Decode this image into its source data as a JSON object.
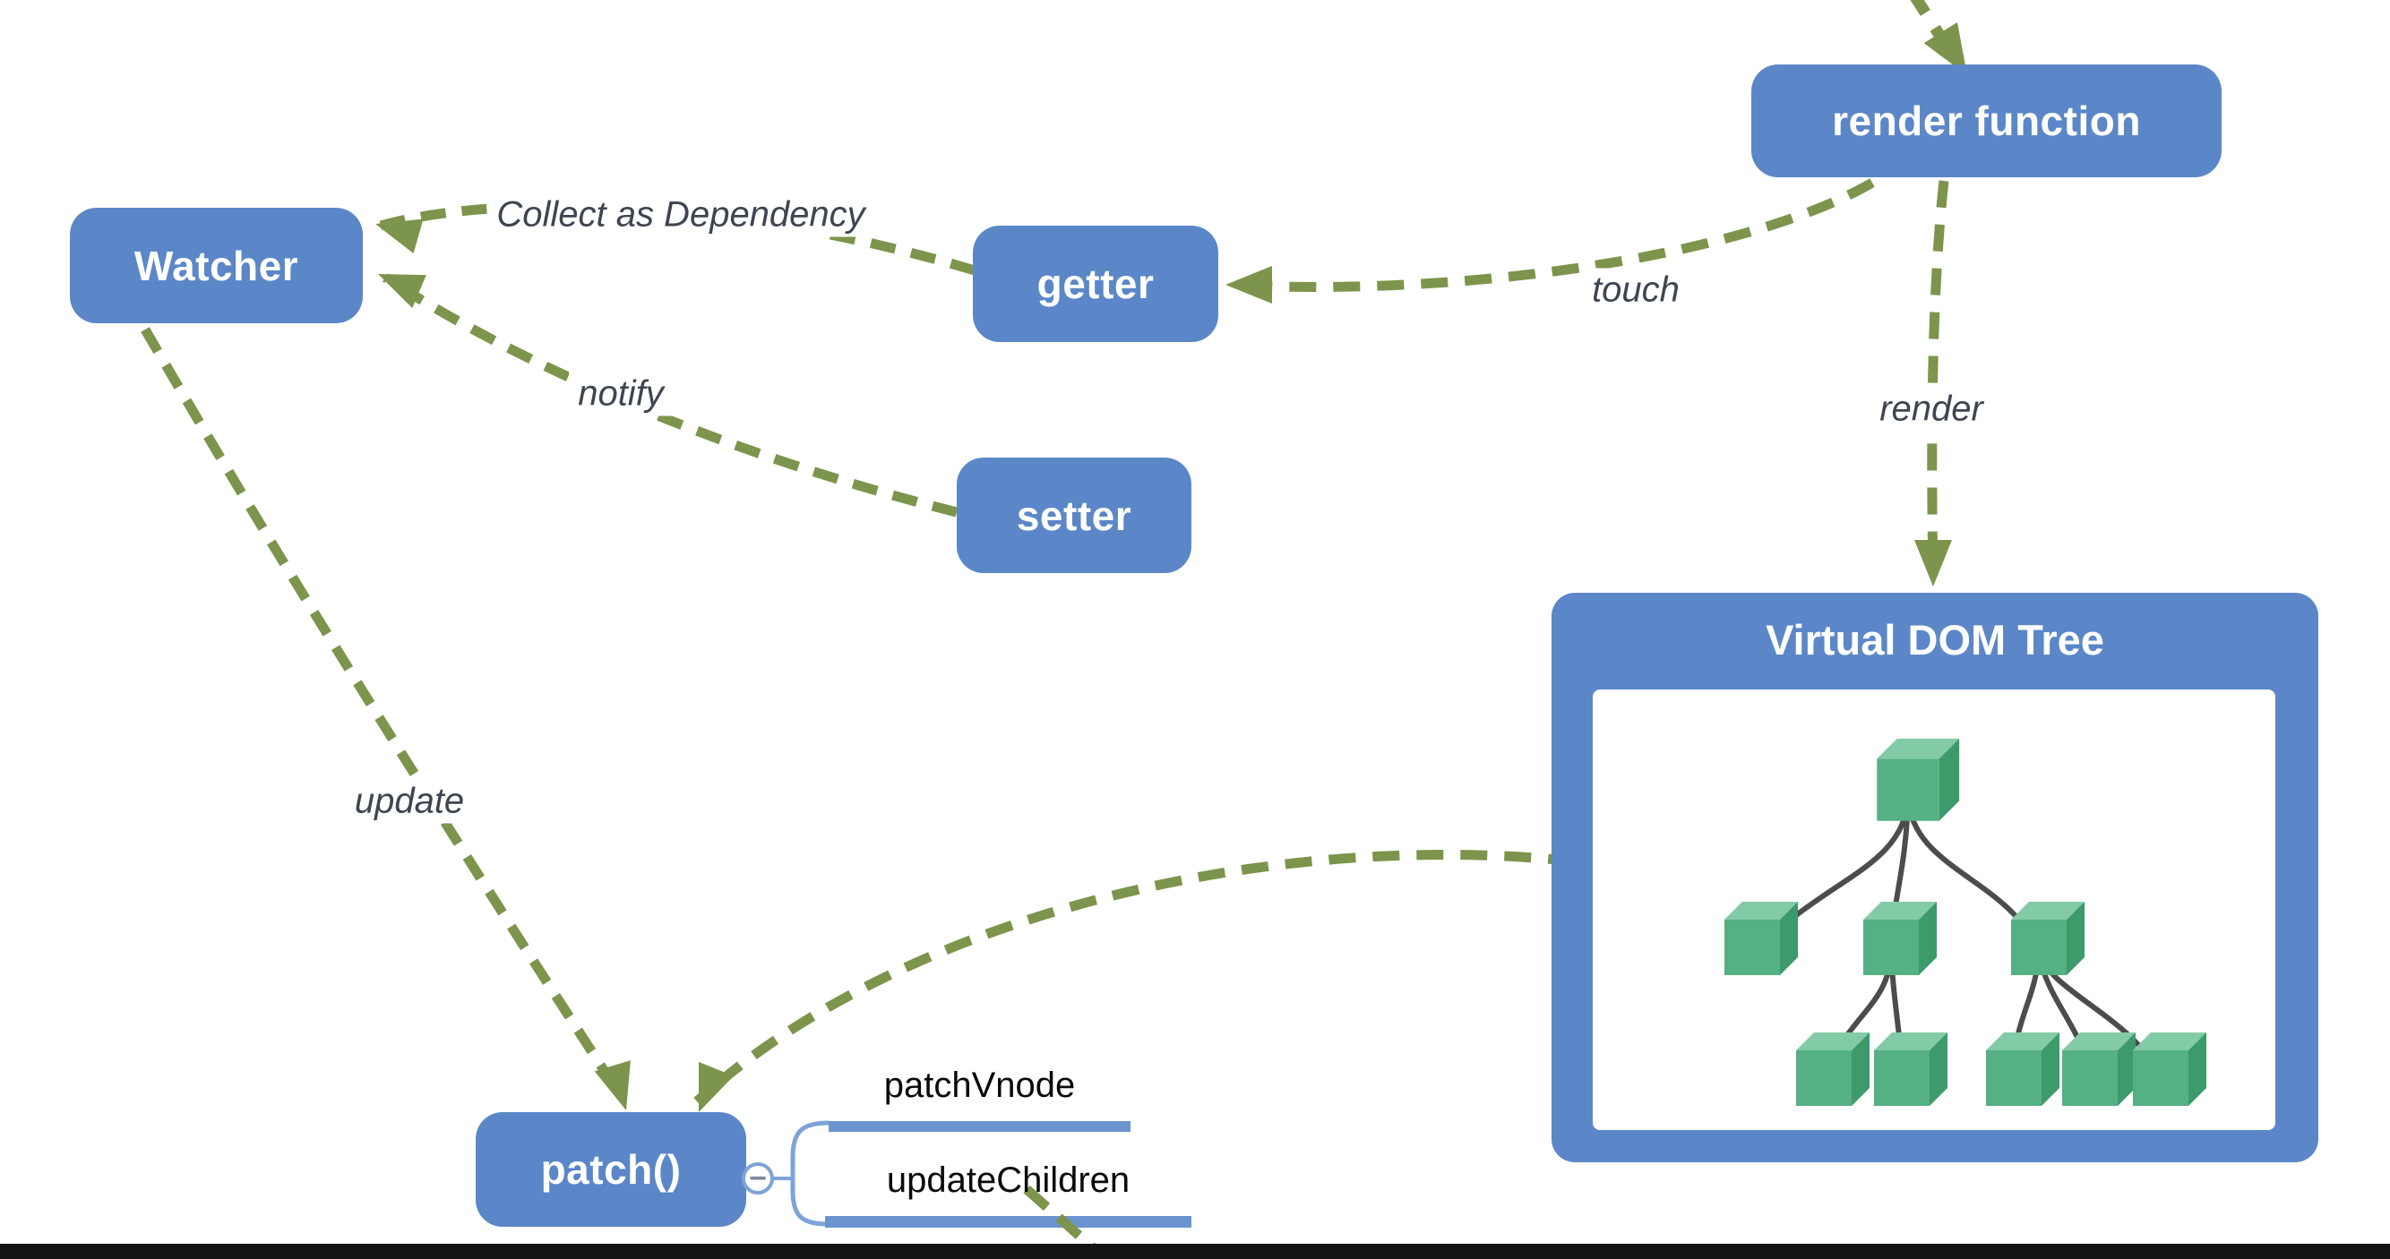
{
  "diagram": {
    "nodes": {
      "watcher": "Watcher",
      "getter": "getter",
      "setter": "setter",
      "render_function": "render function",
      "patch": "patch()",
      "virtual_dom_tree": "Virtual DOM Tree"
    },
    "edge_labels": {
      "collect": "Collect as Dependency",
      "touch": "touch",
      "notify": "notify",
      "render": "render",
      "update": "update"
    },
    "patch_children": [
      {
        "label": "patchVnode"
      },
      {
        "label": "updateChildren"
      }
    ],
    "icons": {
      "collapse_minus": "−"
    },
    "colors": {
      "node_blue": "#5b87c8",
      "bar_blue": "#6b94cf",
      "bracket_blue": "#7da3d8",
      "edge_green": "#7d944c",
      "label_gray": "#3e4551",
      "cube_front": "#55b083",
      "cube_top": "#83cba6",
      "cube_side": "#3d9a6a",
      "tree_line": "#4c4c4c",
      "bottom_bar": "#141414"
    }
  }
}
